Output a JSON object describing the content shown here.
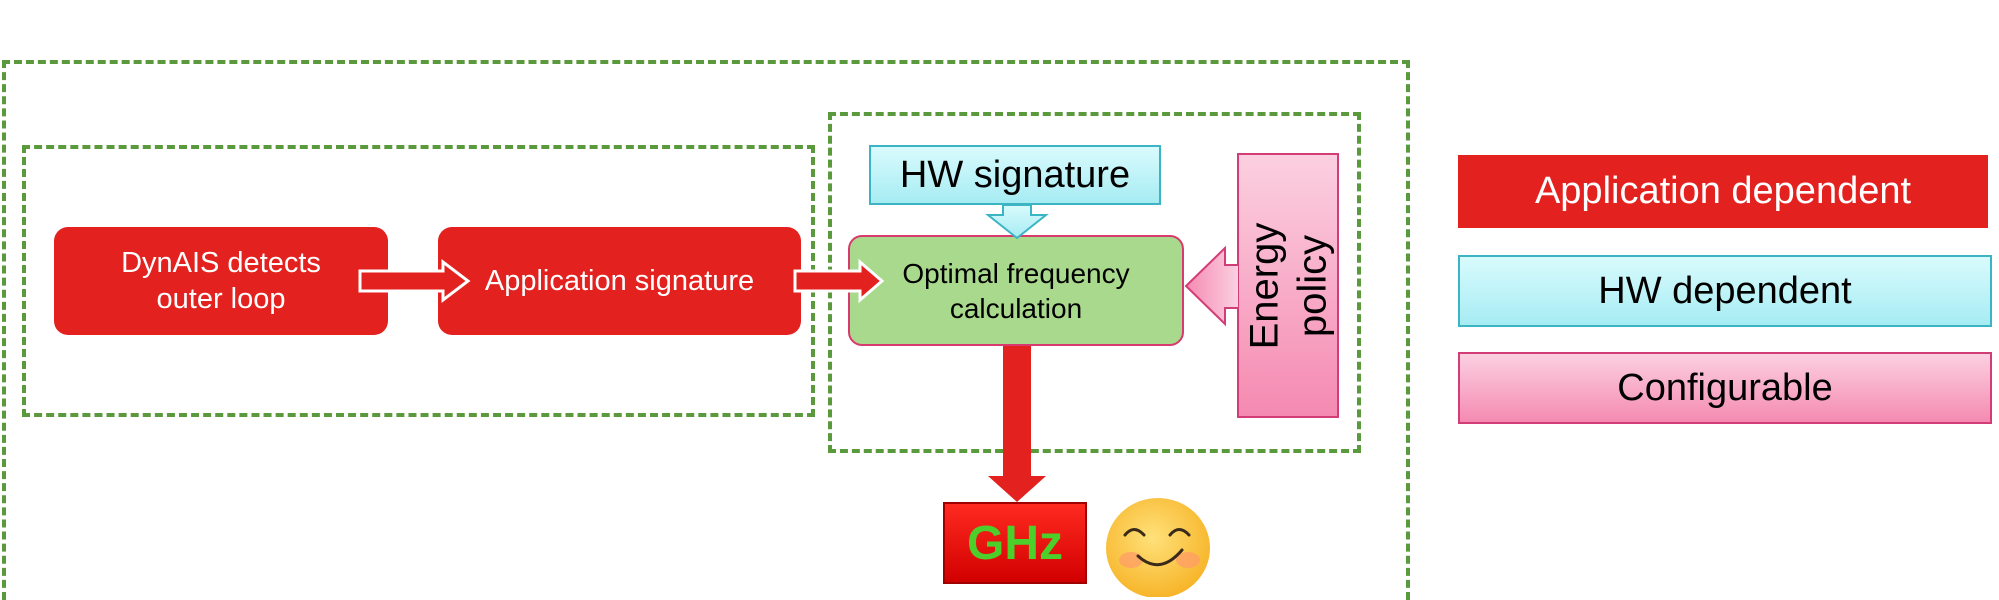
{
  "diagram": {
    "nodes": {
      "dynais": "DynAIS detects\nouter loop",
      "app_signature": "Application signature",
      "optimal_freq": "Optimal frequency\ncalculation",
      "hw_signature": "HW signature",
      "energy_policy": "Energy\npolicy",
      "ghz": "GHz"
    },
    "edges": [
      {
        "from": "dynais",
        "to": "app_signature"
      },
      {
        "from": "app_signature",
        "to": "optimal_freq"
      },
      {
        "from": "hw_signature",
        "to": "optimal_freq"
      },
      {
        "from": "energy_policy",
        "to": "optimal_freq"
      },
      {
        "from": "optimal_freq",
        "to": "ghz"
      }
    ],
    "emoji": "smiling-face-icon"
  },
  "legend": {
    "application_dependent": "Application dependent",
    "hw_dependent": "HW dependent",
    "configurable": "Configurable"
  },
  "colors": {
    "application_dependent": "#e3211e",
    "hw_dependent": "#a6ecf3",
    "configurable": "#f58ab1",
    "computation": "#a8d98c",
    "dashed_border": "#5a9a3c"
  }
}
